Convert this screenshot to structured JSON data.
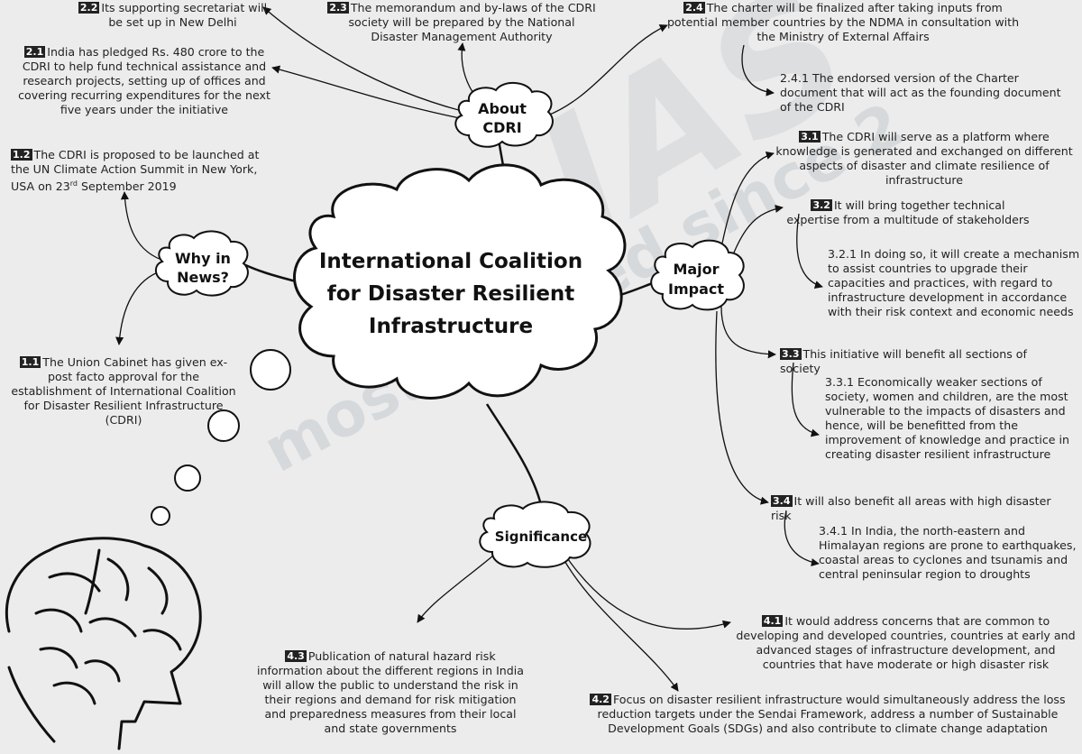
{
  "title": "International Coalition for Disaster Resilient Infrastructure",
  "hubs": {
    "about": "About CDRI",
    "why": "Why in News?",
    "impact": "Major Impact",
    "significance": "Significance"
  },
  "watermark": {
    "brand": "IAS",
    "tagline": "most trusted since 2"
  },
  "nodes": {
    "n1_1": {
      "badge": "1.1",
      "text": "The Union Cabinet has given ex-post facto approval for the establishment of International Coalition for Disaster Resilient Infrastructure (CDRI)"
    },
    "n1_2": {
      "badge": "1.2",
      "text_a": "The CDRI is proposed to be launched at the UN Climate Action Summit in New York, USA on 23",
      "sup": "rd",
      "text_b": " September 2019"
    },
    "n2_1": {
      "badge": "2.1",
      "text": "India has pledged Rs. 480 crore to the CDRI to help fund technical assistance and research projects, setting up of offices and covering recurring expenditures for the next five years under the initiative"
    },
    "n2_2": {
      "badge": "2.2",
      "text": "Its supporting secretariat will be set up in New Delhi"
    },
    "n2_3": {
      "badge": "2.3",
      "text": "The memorandum and by-laws of the CDRI society will be prepared by the National Disaster Management Authority"
    },
    "n2_4": {
      "badge": "2.4",
      "text": "The charter will be finalized after taking inputs from potential member countries by the NDMA in consultation with the Ministry of External Affairs"
    },
    "n2_4_1": {
      "text": "2.4.1 The endorsed version of the Charter document that will act as the founding document of the CDRI"
    },
    "n3_1": {
      "badge": "3.1",
      "text": "The CDRI will serve as a platform where knowledge is generated and exchanged on different aspects of disaster and climate resilience of infrastructure"
    },
    "n3_2": {
      "badge": "3.2",
      "text": "It will bring together technical expertise from a multitude of stakeholders"
    },
    "n3_2_1": {
      "text": "3.2.1 In doing so, it will create a mechanism to assist countries to upgrade their capacities and practices, with regard to infrastructure development in accordance with their risk context and economic needs"
    },
    "n3_3": {
      "badge": "3.3",
      "text": "This initiative will benefit all sections of society"
    },
    "n3_3_1": {
      "text": "3.3.1 Economically weaker sections of society, women and children, are the most vulnerable to the impacts of disasters and hence, will be benefitted from the improvement of knowledge and practice in creating disaster resilient infrastructure"
    },
    "n3_4": {
      "badge": "3.4",
      "text": "It will also benefit all areas with high disaster risk"
    },
    "n3_4_1": {
      "text": "3.4.1 In India, the north-eastern and Himalayan regions are prone to earthquakes, coastal areas to cyclones and tsunamis and central peninsular region to droughts"
    },
    "n4_1": {
      "badge": "4.1",
      "text": "It would address concerns that are common to developing and developed countries, countries at early and advanced stages of infrastructure development, and countries that have moderate or high disaster risk"
    },
    "n4_2": {
      "badge": "4.2",
      "text": "Focus on disaster resilient infrastructure would simultaneously address the loss reduction targets under the Sendai Framework, address a number of Sustainable Development Goals (SDGs) and also contribute to climate change adaptation"
    },
    "n4_3": {
      "badge": "4.3",
      "text": "Publication of natural hazard risk information about the different regions in India will allow the public to understand the risk in their regions and demand for risk mitigation and preparedness measures from their local and state governments"
    }
  }
}
